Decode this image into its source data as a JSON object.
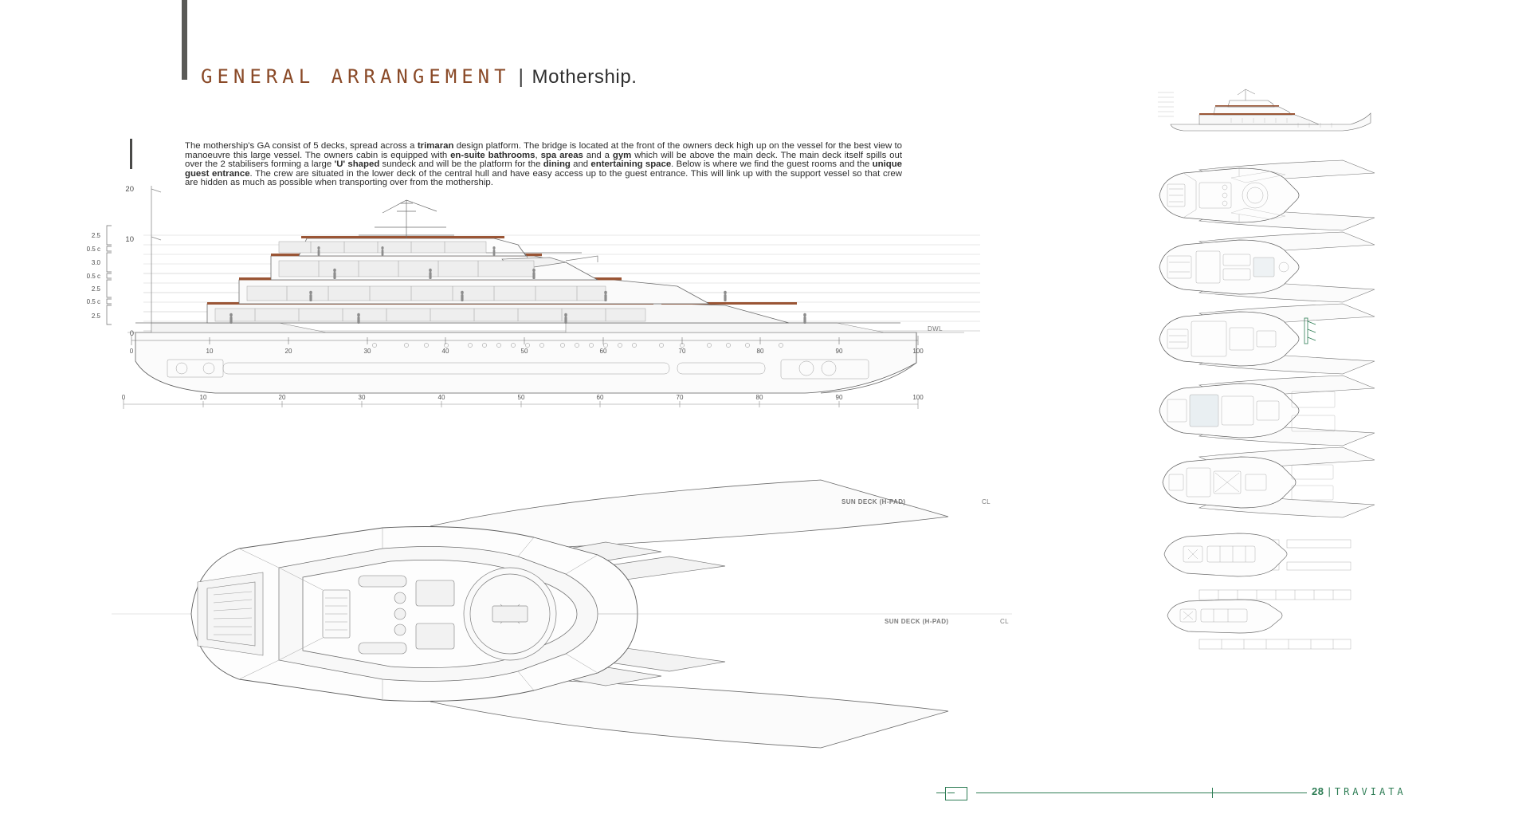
{
  "header": {
    "title_primary": "GENERAL ARRANGEMENT",
    "separator": "|",
    "title_secondary": "Mothership."
  },
  "intro": {
    "paragraph": "The mothership's GA consist of 5 decks, spread across a trimaran design platform. The bridge is located at the front of the owners deck high up on the vessel for the best view to manoeuvre this large vessel. The owners cabin is equipped with en-suite bathrooms, spa areas and a gym which will be above the main deck. The main deck itself spills out over the 2 stabilisers forming a large 'U' shaped sundeck and will be the platform for the dining and entertaining space. Below is where we find the guest rooms and the unique guest entrance. The crew are situated in the lower deck of the central hull and have easy access up to the guest entrance. This will link up with the support vessel so that crew are hidden as much as possible when transporting over from the mothership.",
    "bold_terms": [
      "trimaran",
      "en-suite bathrooms",
      "spa areas",
      "gym",
      "'U' shaped",
      "dining",
      "entertaining space",
      "unique guest entrance"
    ]
  },
  "profile_view": {
    "vertical_axis_major": [
      "20",
      "10",
      "0"
    ],
    "deck_heights": [
      "2.5",
      "0.5",
      "3.0",
      "0.5",
      "2.5",
      "0.5",
      "2.5"
    ],
    "deck_height_unit": "c",
    "station_scale": [
      "0",
      "10",
      "20",
      "30",
      "40",
      "50",
      "60",
      "70",
      "80",
      "90",
      "100"
    ],
    "lower_scale": [
      "0",
      "10",
      "20",
      "30",
      "40",
      "50",
      "60",
      "70",
      "80",
      "90",
      "100"
    ],
    "waterline_label": "DWL"
  },
  "plan_view": {
    "label_left": "SUN DECK  (H-PAD)",
    "label_right": "CL"
  },
  "deck_stack": {
    "count": 8,
    "items": [
      {
        "name": "profile-thumbnail"
      },
      {
        "name": "sun-deck-plan"
      },
      {
        "name": "owners-deck-plan"
      },
      {
        "name": "bridge-deck-plan"
      },
      {
        "name": "main-deck-plan"
      },
      {
        "name": "lower-deck-plan"
      },
      {
        "name": "tank-deck-plan"
      },
      {
        "name": "keel-plan"
      }
    ]
  },
  "footer": {
    "page_number": "28",
    "bar": "|",
    "brand": "TRAVIATA"
  },
  "colors": {
    "accent_rust": "#8a4a28",
    "accent_green": "#2e7d55",
    "line_dark": "#4a4a48",
    "text": "#2c2c2c"
  }
}
